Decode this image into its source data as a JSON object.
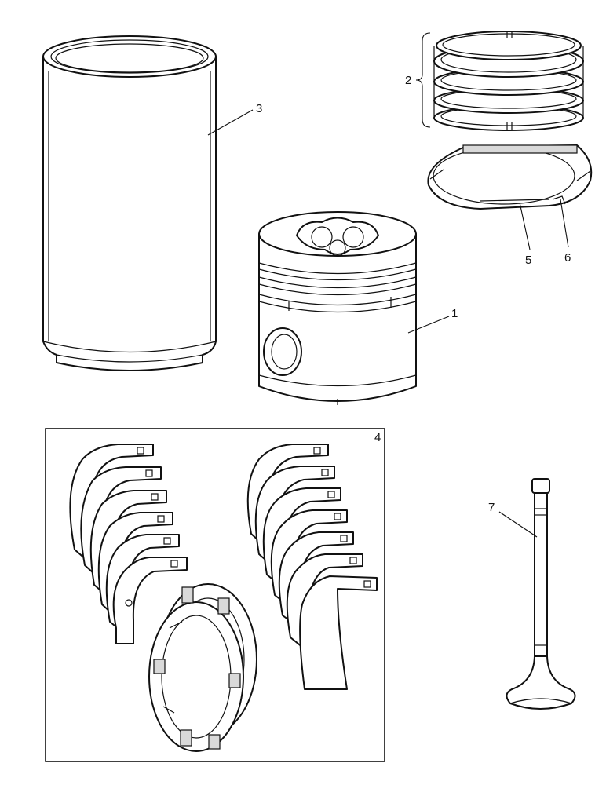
{
  "diagram": {
    "callouts": {
      "piston": "1",
      "ring_set": "2",
      "cylinder_liner": "3",
      "bearing_kit": "4",
      "thrust_washer_a": "5",
      "thrust_washer_b": "6",
      "valve": "7"
    }
  }
}
